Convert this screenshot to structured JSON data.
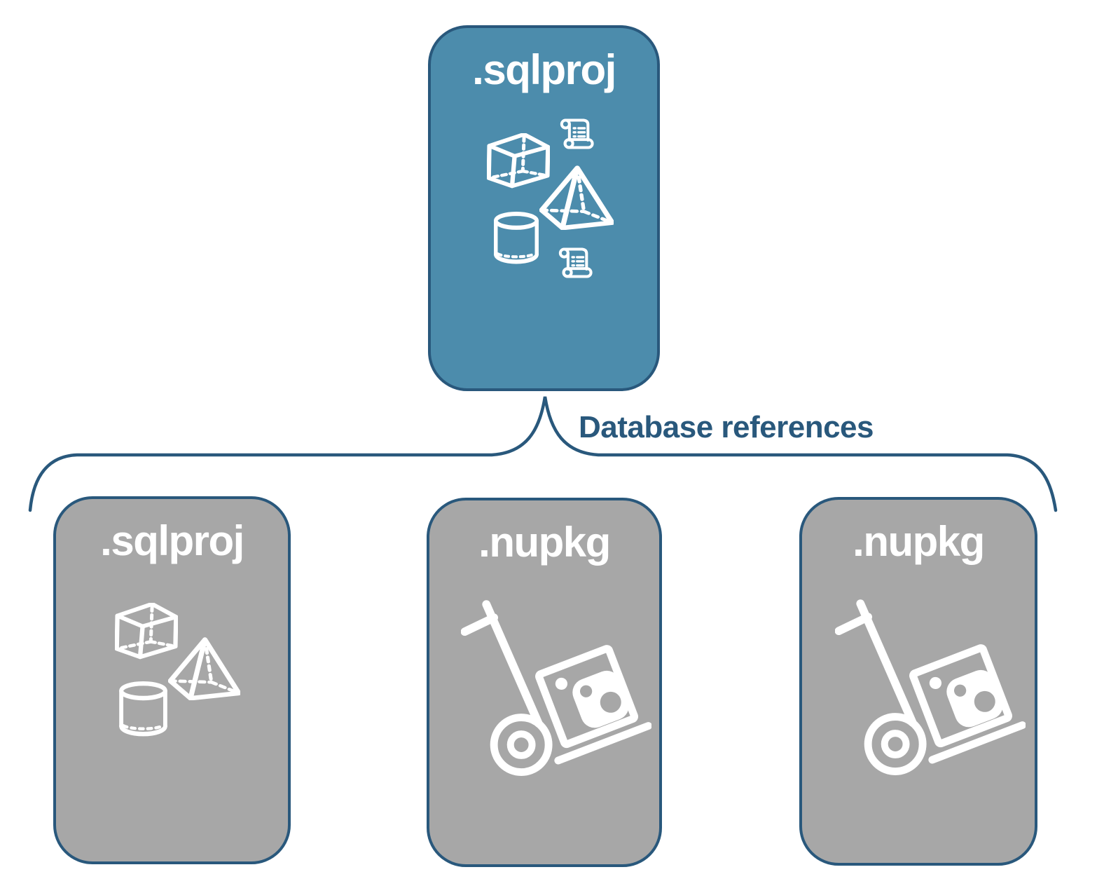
{
  "diagram": {
    "root": {
      "label": ".sqlproj",
      "icons": [
        "scroll-icon",
        "cube-icon",
        "pyramid-icon",
        "cylinder-icon",
        "scroll-icon"
      ]
    },
    "connector": {
      "label": "Database references"
    },
    "children": [
      {
        "label": ".sqlproj",
        "icons": [
          "cube-icon",
          "pyramid-icon",
          "cylinder-icon"
        ]
      },
      {
        "label": ".nupkg",
        "icons": [
          "hand-truck-package-icon"
        ]
      },
      {
        "label": ".nupkg",
        "icons": [
          "hand-truck-package-icon"
        ]
      }
    ],
    "colors": {
      "root_fill": "#4C8CAC",
      "child_fill": "#A7A7A7",
      "stroke": "#29587C",
      "title_text": "#FFFFFF",
      "connector_text": "#29587C",
      "icon_stroke": "#FFFFFF"
    }
  }
}
